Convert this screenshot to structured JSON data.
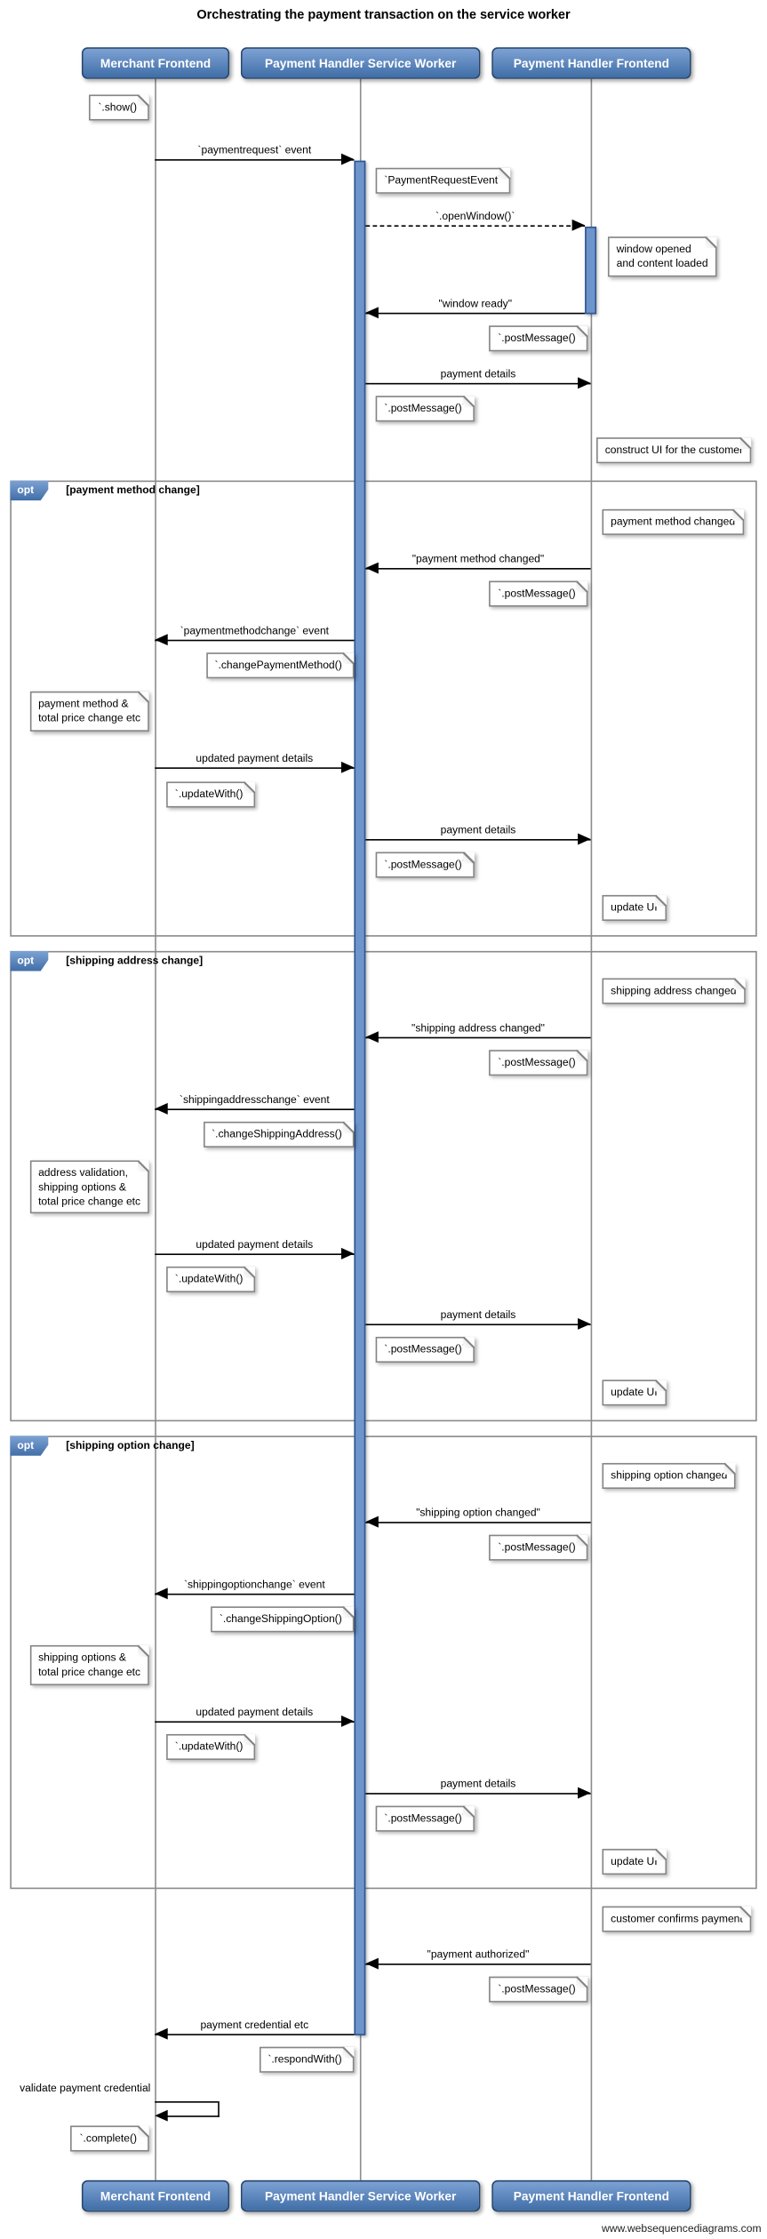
{
  "title": "Orchestrating the payment transaction on the service worker",
  "credit": "www.websequencediagrams.com",
  "actors": [
    "Merchant Frontend",
    "Payment Handler Service Worker",
    "Payment Handler Frontend"
  ],
  "fragment_operator": "opt",
  "fragments": {
    "payment_method": "[payment method change]",
    "shipping_address": "[shipping address change]",
    "shipping_option": "[shipping option change]"
  },
  "labels": {
    "show": "`.show()`",
    "paymentrequest_event": "`paymentrequest` event",
    "payment_request_event_note": "`PaymentRequestEvent`",
    "open_window": "`.openWindow()`",
    "window_opened": "window opened\nand content loaded",
    "window_ready": "\"window ready\"",
    "post_message": "`.postMessage()`",
    "payment_details": "payment details",
    "construct_ui": "construct UI for the customer",
    "payment_method_changed_note": "payment method changed",
    "payment_method_changed_msg": "\"payment method changed\"",
    "paymentmethodchange_event": "`paymentmethodchange` event",
    "change_payment_method": "`.changePaymentMethod()`",
    "payment_method_total_price": "payment method &\ntotal price change etc",
    "updated_payment_details": "updated payment details",
    "update_with": "`.updateWith()`",
    "update_ui": "update UI",
    "shipping_address_changed_note": "shipping address changed",
    "shipping_address_changed_msg": "\"shipping address changed\"",
    "shippingaddresschange_event": "`shippingaddresschange` event",
    "change_shipping_address": "`.changeShippingAddress()`",
    "address_validation": "address validation,\nshipping options &\ntotal price change etc",
    "shipping_option_changed_note": "shipping option changed",
    "shipping_option_changed_msg": "\"shipping option changed\"",
    "shippingoptionchange_event": "`shippingoptionchange` event",
    "change_shipping_option": "`.changeShippingOption()`",
    "shipping_options_total": "shipping options &\ntotal price change etc",
    "customer_confirms": "customer confirms payment",
    "payment_authorized": "\"payment authorized\"",
    "payment_credential": "payment credential etc",
    "respond_with": "`.respondWith()`",
    "validate_payment_credential": "validate payment credential",
    "complete": "`.complete()`"
  },
  "colors": {
    "actor_fill_top": "#7da2d4",
    "actor_fill_bottom": "#406ea7",
    "activation_fill": "#6d95cc",
    "message_line": "#000000",
    "note_border": "#858585"
  }
}
